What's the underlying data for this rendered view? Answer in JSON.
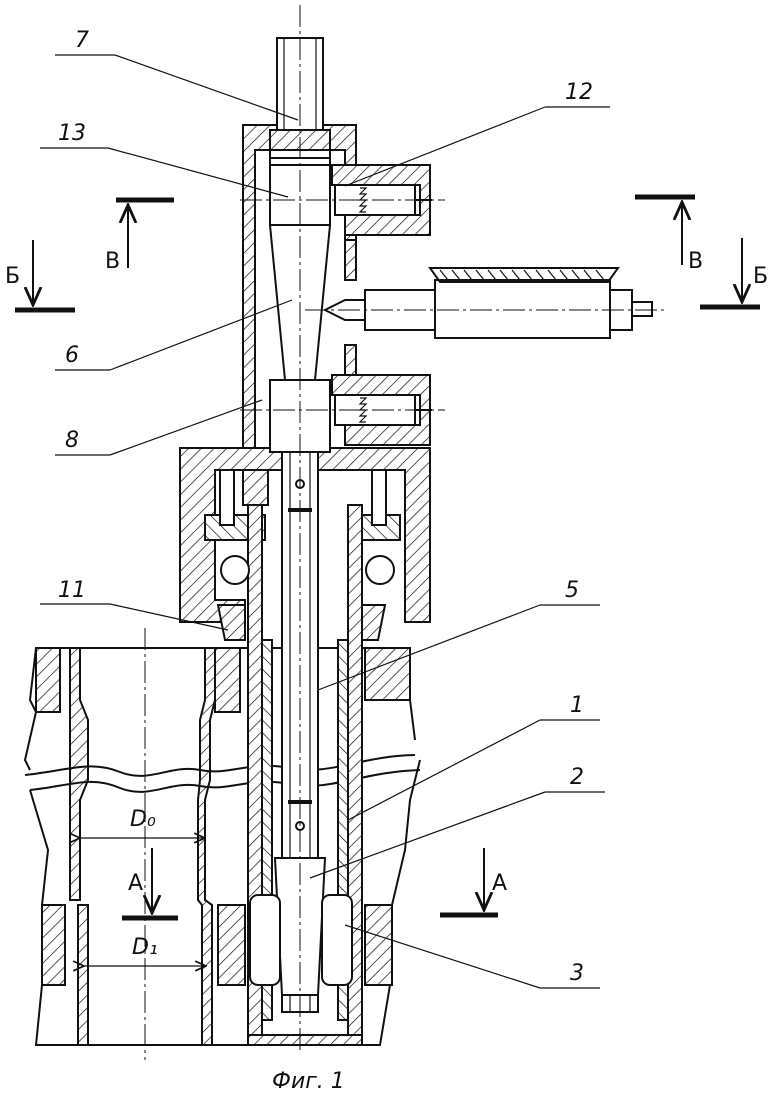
{
  "figure": {
    "caption": "Фиг. 1",
    "part_labels": {
      "p7": "7",
      "p13": "13",
      "p12": "12",
      "p6": "6",
      "p8": "8",
      "p11": "11",
      "p5": "5",
      "p1": "1",
      "p2": "2",
      "p3": "3"
    },
    "section_labels": {
      "b_left": "Б",
      "b_right": "Б",
      "v_left": "В",
      "v_right": "В",
      "a_left": "А",
      "a_right": "А"
    },
    "dimensions": {
      "d0": "D₀",
      "d1": "D₁"
    }
  }
}
